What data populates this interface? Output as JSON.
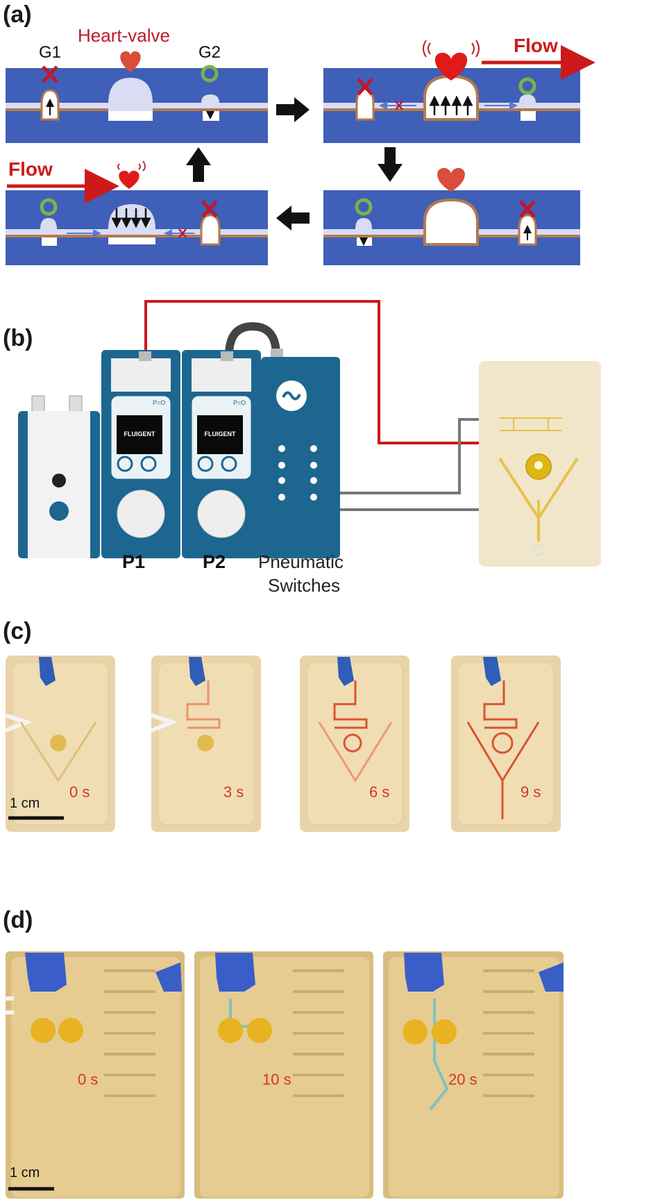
{
  "panels": {
    "a": {
      "label": "(a)",
      "heart_valve": "Heart-valve",
      "g1": "G1",
      "g2": "G2",
      "flow_top": "Flow",
      "flow_bottom": "Flow"
    },
    "b": {
      "label": "(b)",
      "controller_brand": "FLUIGENT",
      "pressure_display": "P=O",
      "p1": "P1",
      "p2": "P2",
      "switches_line1": "Pneumatic",
      "switches_line2": "Switches"
    },
    "c": {
      "label": "(c)",
      "scale": "1 cm",
      "times": [
        "0 s",
        "3 s",
        "6 s",
        "9 s"
      ]
    },
    "d": {
      "label": "(d)",
      "scale": "1 cm",
      "times": [
        "0 s",
        "10 s",
        "20 s"
      ]
    }
  },
  "colors": {
    "channel_blue": "#3f5fb8",
    "light_channel": "#d9dcf3",
    "valve_brown": "#b27a4e",
    "flow_red": "#cc1a1a",
    "open_green": "#7cb24a",
    "closed_red": "#c0182a",
    "device_teal": "#1c6690",
    "dye_red": "#d94d2c",
    "chip_amber": "#e8c987"
  }
}
